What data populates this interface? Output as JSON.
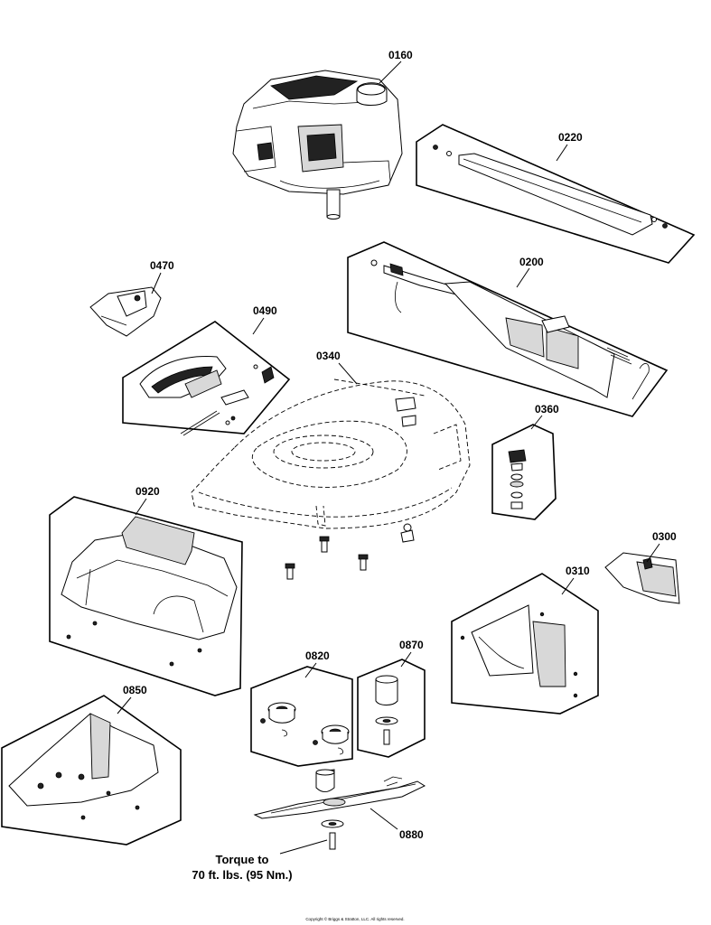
{
  "callouts": {
    "c0160": "0160",
    "c0220": "0220",
    "c0470": "0470",
    "c0200": "0200",
    "c0490": "0490",
    "c0340": "0340",
    "c0360": "0360",
    "c0920": "0920",
    "c0300": "0300",
    "c0310": "0310",
    "c0820": "0820",
    "c0870": "0870",
    "c0850": "0850",
    "c0880": "0880"
  },
  "torque_note": {
    "line1": "Torque to",
    "line2": "70 ft. lbs. (95 Nm.)"
  },
  "copyright": "Copyright © Briggs & Stratton, LLC. All rights reserved."
}
